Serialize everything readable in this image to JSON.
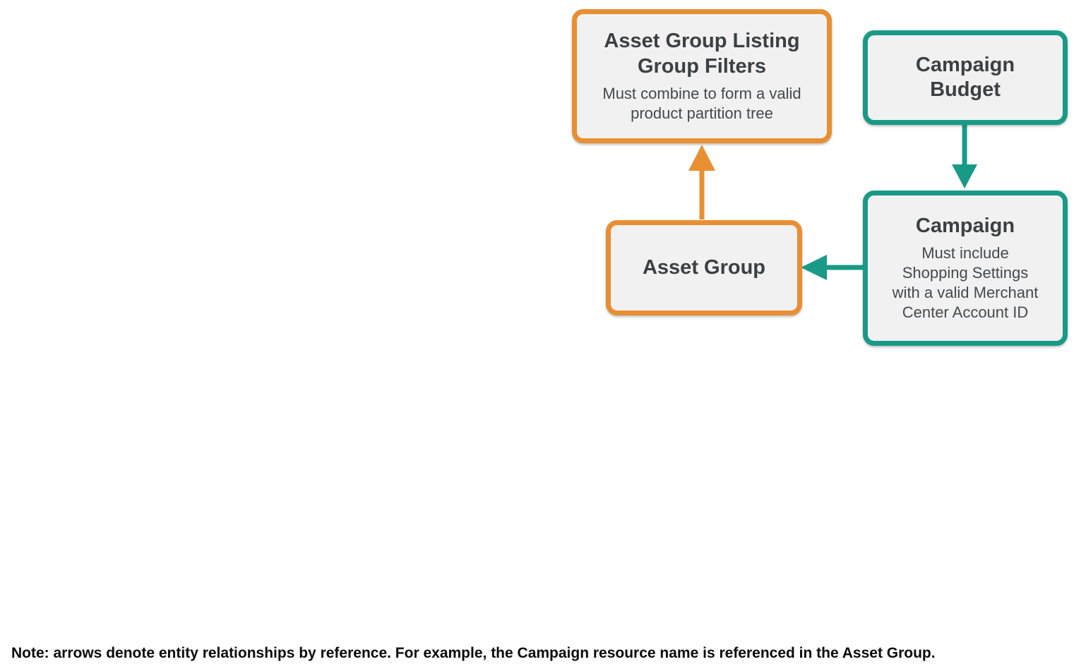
{
  "colors": {
    "orange": "#E88F33",
    "teal": "#199A87",
    "node_fill": "#F1F1F2",
    "title_text": "#3C4043",
    "subtitle_text": "#46494C",
    "note_text": "#0A0A0A",
    "background": "#FFFFFF"
  },
  "diagram": {
    "nodes": [
      {
        "id": "asset-group-listing-group-filters",
        "title": "Asset Group Listing Group Filters",
        "subtitle_lines": [
          "Must combine to form a valid",
          "product partition tree"
        ],
        "accent": "orange"
      },
      {
        "id": "campaign-budget",
        "title": "Campaign Budget",
        "accent": "teal"
      },
      {
        "id": "campaign",
        "title": "Campaign",
        "subtitle_lines": [
          "Must include",
          "Shopping Settings",
          "with a valid Merchant",
          "Center Account ID"
        ],
        "accent": "teal"
      },
      {
        "id": "asset-group",
        "title": "Asset Group",
        "accent": "orange"
      }
    ],
    "edges": [
      {
        "from": "asset-group",
        "to": "asset-group-listing-group-filters",
        "color": "orange",
        "direction": "up"
      },
      {
        "from": "campaign-budget",
        "to": "campaign",
        "color": "teal",
        "direction": "down"
      },
      {
        "from": "campaign",
        "to": "asset-group",
        "color": "teal",
        "direction": "left"
      }
    ]
  },
  "note": "Note: arrows denote entity relationships by reference. For example, the Campaign resource name is referenced in the Asset Group."
}
